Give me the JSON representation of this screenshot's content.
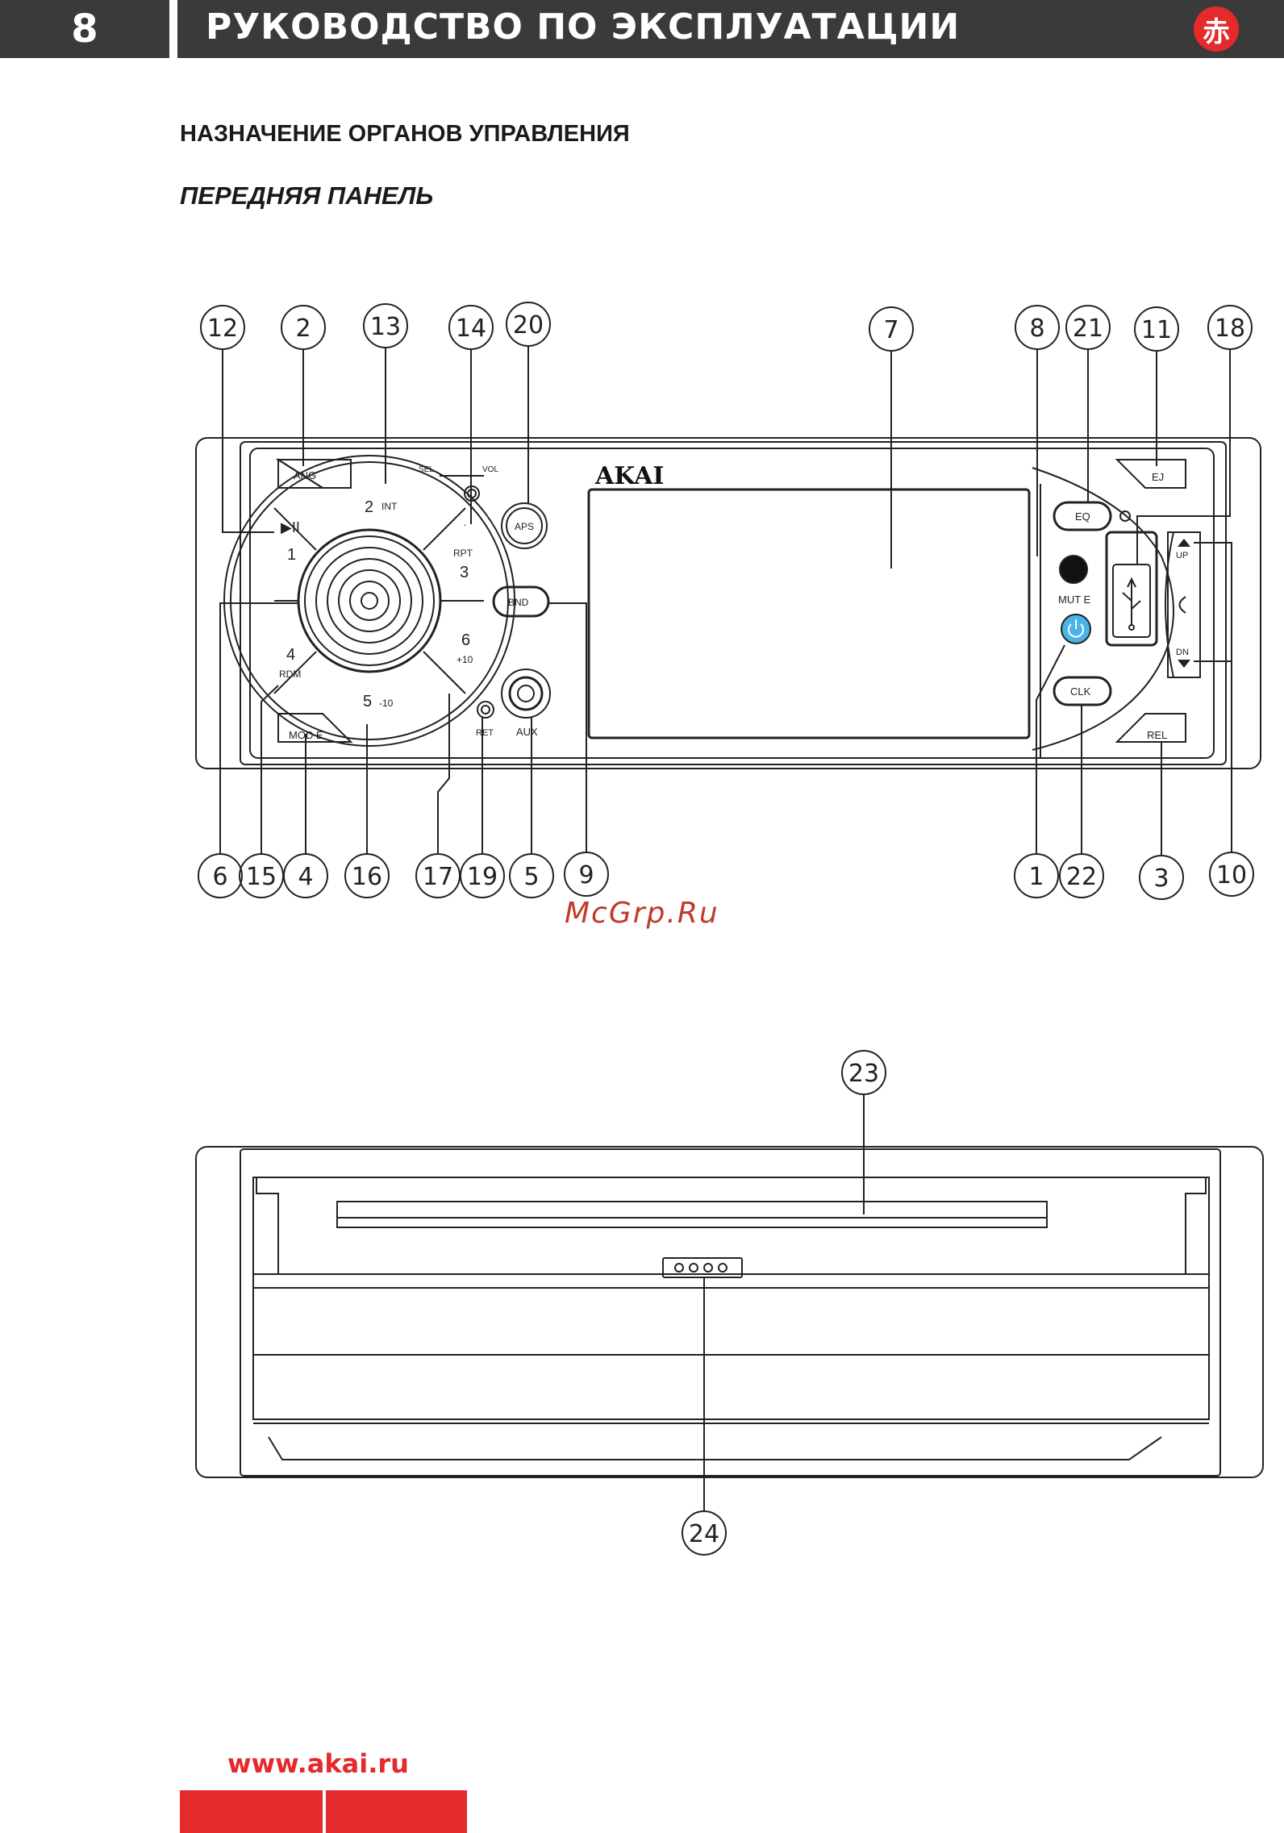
{
  "header": {
    "page_number": "8",
    "title": "РУКОВОДСТВО ПО ЭКСПЛУАТАЦИИ",
    "logo_glyph": "赤"
  },
  "section": {
    "heading": "НАЗНАЧЕНИЕ ОРГАНОВ УПРАВЛЕНИЯ",
    "subheading": "ПЕРЕДНЯЯ ПАНЕЛЬ"
  },
  "panel": {
    "brand": "AKAI",
    "labels": {
      "ang": "ANG",
      "ej": "EJ",
      "mode": "MOD E",
      "rel": "REL",
      "eq": "EQ",
      "clk": "CLK",
      "aps": "APS",
      "bnd": "BND",
      "mute": "MUT E",
      "aux": "AUX",
      "ret": "RET",
      "sel": "SEL",
      "vol": "VOL",
      "up": "UP",
      "dn": "DN",
      "play": "▶II",
      "key1": "1",
      "key2": "2",
      "int": "INT",
      "rpt": "RPT",
      "key3": "3",
      "key4": "4",
      "rdm": "RDM",
      "key5": "5",
      "minus10": "-10",
      "key6": "6",
      "plus10": "+10",
      "dot": "·"
    },
    "callouts_top": [
      "12",
      "2",
      "13",
      "14",
      "20",
      "7",
      "8",
      "21",
      "11",
      "18"
    ],
    "callouts_bottom": [
      "6",
      "15",
      "4",
      "16",
      "17",
      "19",
      "5",
      "9",
      "1",
      "22",
      "3",
      "10"
    ]
  },
  "chassis": {
    "callout_top": "23",
    "callout_bottom": "24"
  },
  "watermark": "McGrp.Ru",
  "footer": {
    "url": "www.akai.ru"
  }
}
